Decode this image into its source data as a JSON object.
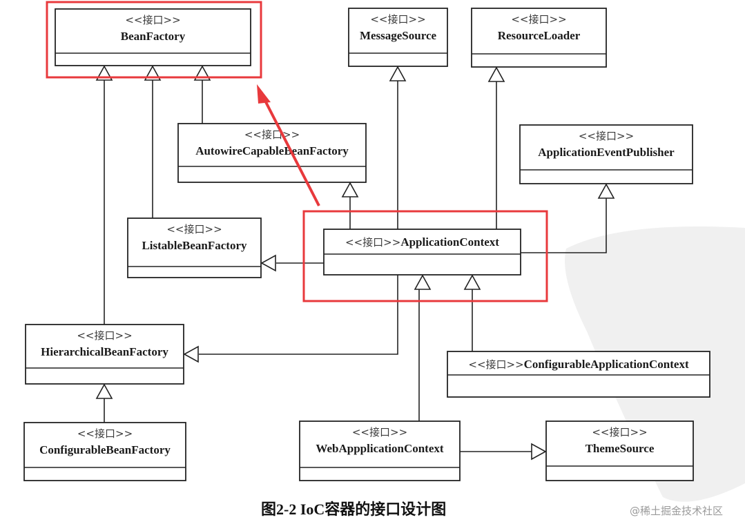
{
  "figure": {
    "caption": "图2-2   IoC容器的接口设计图",
    "credit": "@稀土掘金技术社区",
    "highlight_color": "#e8393c",
    "line_color": "#222222"
  },
  "stereotype": "<<接口>>",
  "interfaces": [
    {
      "id": "BeanFactory",
      "name": "BeanFactory",
      "highlighted": true
    },
    {
      "id": "MessageSource",
      "name": "MessageSource",
      "highlighted": false
    },
    {
      "id": "ResourceLoader",
      "name": "ResourceLoader",
      "highlighted": false
    },
    {
      "id": "AutowireCapableBeanFactory",
      "name": "AutowireCapableBeanFactory",
      "highlighted": false
    },
    {
      "id": "ApplicationEventPublisher",
      "name": "ApplicationEventPublisher",
      "highlighted": false
    },
    {
      "id": "ListableBeanFactory",
      "name": "ListableBeanFactory",
      "highlighted": false
    },
    {
      "id": "ApplicationContext",
      "name": "<<接口>>ApplicationContext",
      "highlighted": true
    },
    {
      "id": "HierarchicalBeanFactory",
      "name": "HierarchicalBeanFactory",
      "highlighted": false
    },
    {
      "id": "ConfigurableApplicationContext",
      "name": "<<接口>>ConfigurableApplicationContext",
      "highlighted": false
    },
    {
      "id": "ConfigurableBeanFactory",
      "name": "ConfigurableBeanFactory",
      "highlighted": false
    },
    {
      "id": "WebApplicationContext",
      "name": "WebAppplicationContext",
      "highlighted": false
    },
    {
      "id": "ThemeSource",
      "name": "ThemeSource",
      "highlighted": false
    }
  ],
  "inheritance": [
    {
      "child": "AutowireCapableBeanFactory",
      "parent": "BeanFactory"
    },
    {
      "child": "ListableBeanFactory",
      "parent": "BeanFactory"
    },
    {
      "child": "HierarchicalBeanFactory",
      "parent": "BeanFactory"
    },
    {
      "child": "ApplicationContext",
      "parent": "MessageSource"
    },
    {
      "child": "ApplicationContext",
      "parent": "ResourceLoader"
    },
    {
      "child": "ApplicationContext",
      "parent": "AutowireCapableBeanFactory"
    },
    {
      "child": "ApplicationContext",
      "parent": "ApplicationEventPublisher"
    },
    {
      "child": "ApplicationContext",
      "parent": "ListableBeanFactory"
    },
    {
      "child": "ApplicationContext",
      "parent": "HierarchicalBeanFactory"
    },
    {
      "child": "ConfigurableBeanFactory",
      "parent": "HierarchicalBeanFactory"
    },
    {
      "child": "ConfigurableApplicationContext",
      "parent": "ApplicationContext"
    },
    {
      "child": "WebApplicationContext",
      "parent": "ApplicationContext"
    },
    {
      "child": "WebApplicationContext",
      "parent": "ThemeSource"
    }
  ],
  "annotation": {
    "type": "arrow",
    "from": "ApplicationContext",
    "to": "BeanFactory"
  }
}
